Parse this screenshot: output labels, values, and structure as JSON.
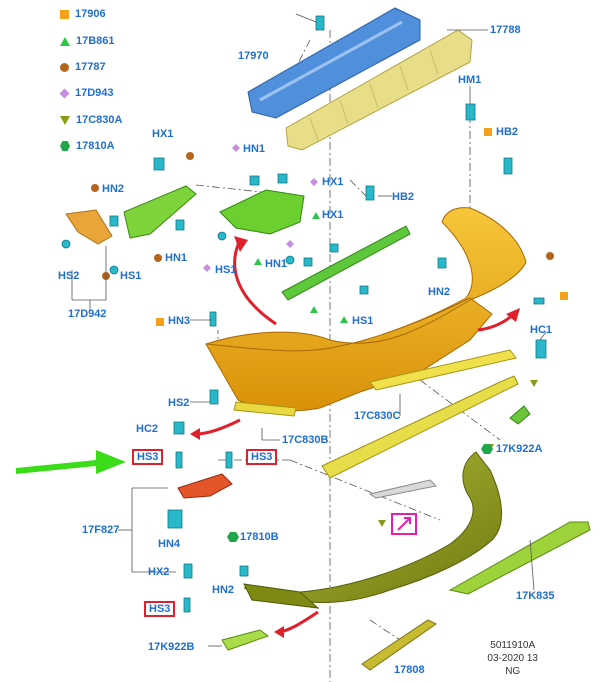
{
  "legend": [
    {
      "shape": "square",
      "color": "#f4a21b",
      "code": "17906"
    },
    {
      "shape": "triangle",
      "color": "#2ec44a",
      "code": "17B861"
    },
    {
      "shape": "circle",
      "color": "#b5641e",
      "code": "17787"
    },
    {
      "shape": "diamond",
      "color": "#c58ee0",
      "code": "17D943"
    },
    {
      "shape": "triangle-down",
      "color": "#8a9a12",
      "code": "17C830A"
    },
    {
      "shape": "hexagon",
      "color": "#21a64a",
      "code": "17810A"
    }
  ],
  "labels": {
    "l17970": "17970",
    "l17788": "17788",
    "hm1": "HM1",
    "hb2a": "HB2",
    "hx1a": "HX1",
    "hn1a": "HN1",
    "hx1b": "HX1",
    "hn2a": "HN2",
    "hb2b": "HB2",
    "hs1a": "HS1",
    "hn1b": "HN1",
    "hs2a": "HS2",
    "hs1b": "HS1",
    "hx1c": "HX1",
    "hn1c": "HN1",
    "hs1c": "HS1",
    "hn2b": "HN2",
    "l17d942": "17D942",
    "hn3": "HN3",
    "hc1": "HC1",
    "hs2b": "HS2",
    "hc2": "HC2",
    "l17c830c": "17C830C",
    "l17c830b": "17C830B",
    "l17k922a": "17K922A",
    "hs3a": "HS3",
    "hs3b": "HS3",
    "l17f827": "17F827",
    "hn4": "HN4",
    "l17810b": "17810B",
    "hx2": "HX2",
    "hn2c": "HN2",
    "hs3c": "HS3",
    "l17k835": "17K835",
    "l17k922b": "17K922B",
    "l17808": "17808"
  },
  "footer": {
    "line1": "5011910A",
    "line2": "03-2020 13",
    "line3": "NG"
  },
  "colors": {
    "label": "#1f6fd1",
    "bumper": "#f2b21a",
    "beam": "#4f8fdc",
    "absorber": "#e8de8a",
    "lime": "#8fc21a",
    "olive": "#9aa52a",
    "red_arrow": "#e0202a",
    "green_arrow": "#3ddc1a",
    "highlight": "#e21fb0"
  }
}
